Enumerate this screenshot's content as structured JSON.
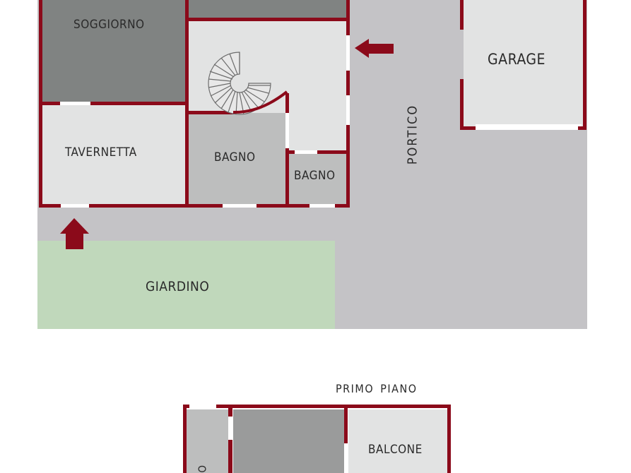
{
  "floor_plan": {
    "ground_floor": {
      "rooms": [
        {
          "id": "soggiorno",
          "label": "SOGGIORNO"
        },
        {
          "id": "tavernetta",
          "label": "TAVERNETTA"
        },
        {
          "id": "bagno_1",
          "label": "BAGNO"
        },
        {
          "id": "bagno_2",
          "label": "BAGNO"
        },
        {
          "id": "portico",
          "label": "PORTICO"
        },
        {
          "id": "garage",
          "label": "GARAGE"
        },
        {
          "id": "giardino",
          "label": "GIARDINO"
        }
      ],
      "entrances": [
        {
          "id": "entrance-east",
          "icon": "arrow-left-icon"
        },
        {
          "id": "entrance-south",
          "icon": "arrow-up-icon"
        }
      ],
      "features": [
        {
          "id": "spiral-staircase",
          "icon": "spiral-stair-icon"
        }
      ]
    },
    "first_floor": {
      "title": "PRIMO PIANO",
      "rooms": [
        {
          "id": "balcone",
          "label": "BALCONE"
        }
      ]
    }
  },
  "colors": {
    "wall": "#8b0a1a",
    "living_dark": "#808382",
    "room_light": "#e2e3e3",
    "bath_mid": "#bdbebe",
    "portico": "#c4c3c6",
    "garden": "#c0d8bb"
  }
}
